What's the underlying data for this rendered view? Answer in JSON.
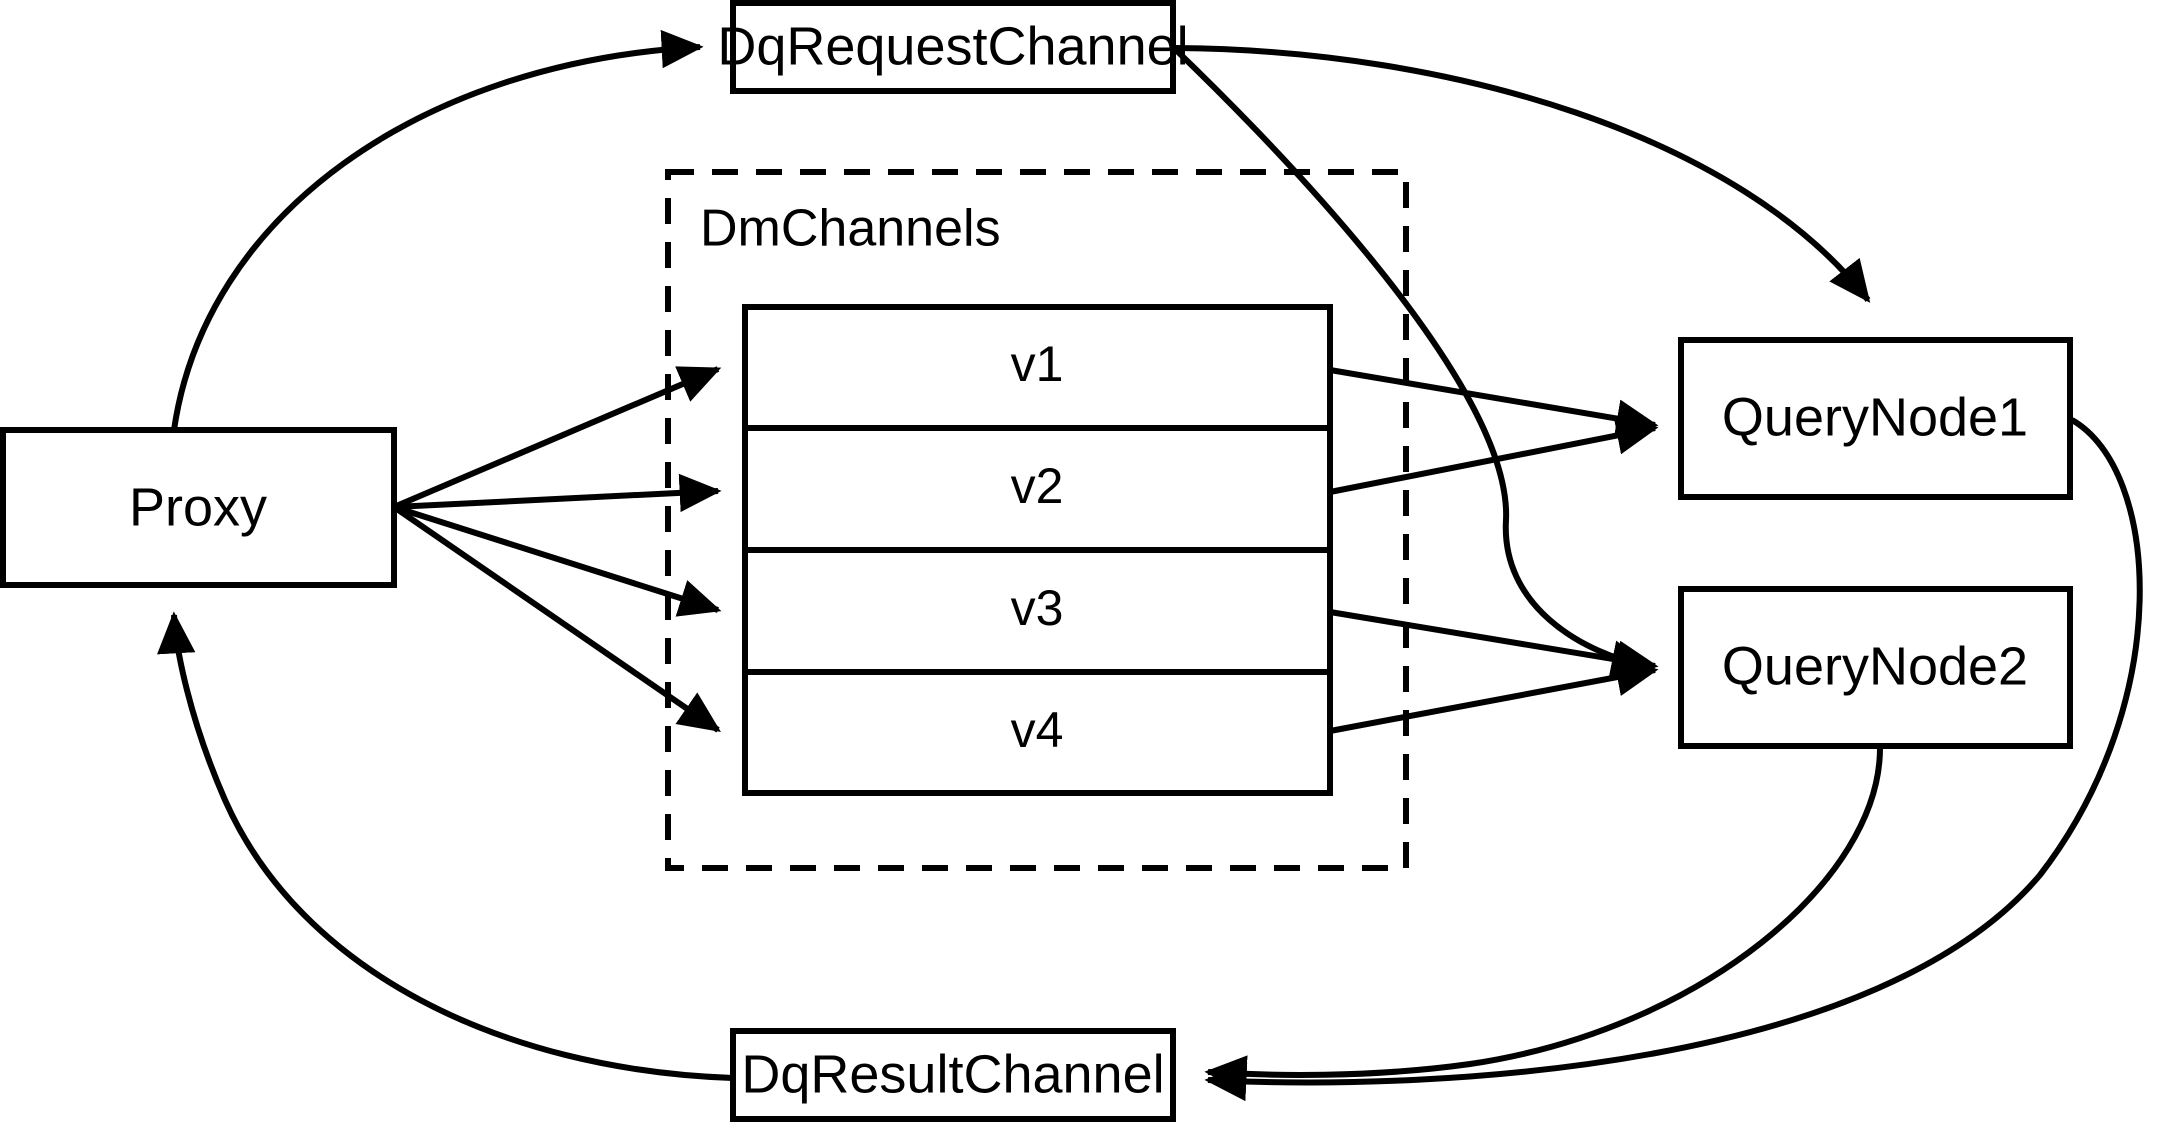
{
  "diagram": {
    "title": "Milvus distributed query flow",
    "background_color": "#ffffff",
    "stroke_color": "#000000",
    "nodes": {
      "proxy": {
        "label": "Proxy"
      },
      "dq_request_channel": {
        "label": "DqRequestChannel"
      },
      "dq_result_channel": {
        "label": "DqResultChannel"
      },
      "query_node_1": {
        "label": "QueryNode1"
      },
      "query_node_2": {
        "label": "QueryNode2"
      }
    },
    "group": {
      "label": "DmChannels",
      "style": "dashed"
    },
    "channels": [
      {
        "label": "v1"
      },
      {
        "label": "v2"
      },
      {
        "label": "v3"
      },
      {
        "label": "v4"
      }
    ],
    "edges": [
      {
        "from": "Proxy",
        "to": "DqRequestChannel",
        "style": "curved-arrow"
      },
      {
        "from": "DqRequestChannel",
        "to": "QueryNode1",
        "style": "curved-arrow"
      },
      {
        "from": "DqRequestChannel",
        "to": "QueryNode2",
        "style": "curved-arrow"
      },
      {
        "from": "Proxy",
        "to": "v1",
        "style": "straight-arrow"
      },
      {
        "from": "Proxy",
        "to": "v2",
        "style": "straight-arrow"
      },
      {
        "from": "Proxy",
        "to": "v3",
        "style": "straight-arrow"
      },
      {
        "from": "Proxy",
        "to": "v4",
        "style": "straight-arrow"
      },
      {
        "from": "v1",
        "to": "QueryNode1",
        "style": "straight-arrow"
      },
      {
        "from": "v2",
        "to": "QueryNode1",
        "style": "straight-arrow"
      },
      {
        "from": "v3",
        "to": "QueryNode2",
        "style": "straight-arrow"
      },
      {
        "from": "v4",
        "to": "QueryNode2",
        "style": "straight-arrow"
      },
      {
        "from": "QueryNode1",
        "to": "DqResultChannel",
        "style": "curved-arrow"
      },
      {
        "from": "QueryNode2",
        "to": "DqResultChannel",
        "style": "curved-arrow"
      },
      {
        "from": "DqResultChannel",
        "to": "Proxy",
        "style": "curved-arrow"
      }
    ]
  }
}
